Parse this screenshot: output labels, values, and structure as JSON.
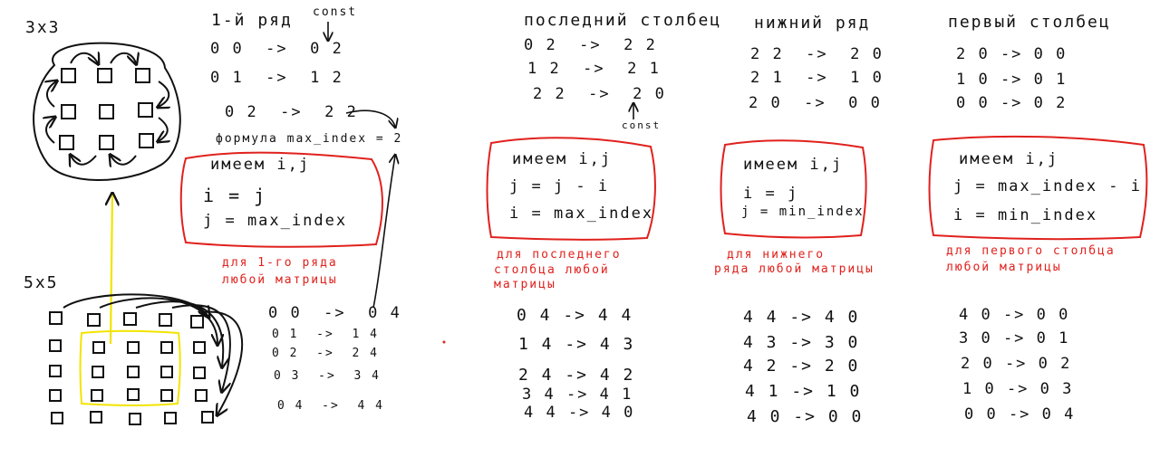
{
  "labels": {
    "grid3": "3x3",
    "grid5": "5x5",
    "col1_title": "1-й ряд",
    "const1": "const",
    "const2": "const",
    "formula": "формула max_index = 2",
    "col2_title": "последний столбец",
    "col3_title": "нижний ряд",
    "col4_title": "первый столбец"
  },
  "row1_3x3": [
    "0 0  ->  0 2",
    "0 1  ->  1 2",
    "0 2  ->  2 2"
  ],
  "lastcol_3x3": [
    "0 2  ->  2 2",
    "1 2  ->  2 1",
    "2 2  ->  2 0"
  ],
  "bottom_3x3": [
    "2 2  ->  2 0",
    "2 1  ->  1 0",
    "2 0  ->  0 0"
  ],
  "firstcol_3x3": [
    "2 0 -> 0 0",
    "1 0 -> 0 1",
    "0 0 -> 0 2"
  ],
  "box1": {
    "have": "имеем i,j",
    "l1": "i = j",
    "l2": "j = max_index",
    "note1": "для 1-го ряда",
    "note2": "любой матрицы"
  },
  "box2": {
    "have": "имеем i,j",
    "l1": "j = j - i",
    "l2": "i = max_index",
    "note1": "для последнего",
    "note2": "столбца любой",
    "note3": "матрицы"
  },
  "box3": {
    "have": "имеем i,j",
    "l1": "i = j",
    "l2": "j = min_index",
    "note1": "для нижнего",
    "note2": "ряда любой матрицы"
  },
  "box4": {
    "have": "имеем i,j",
    "l1": "j = max_index - i",
    "l2": "i = min_index",
    "note1": "для первого столбца",
    "note2": "любой матрицы"
  },
  "row1_5x5": [
    "0 0  ->  0 4",
    "0 1  ->  1 4",
    "0 2  ->  2 4",
    "0 3  ->  3 4",
    "0 4  ->  4 4"
  ],
  "lastcol_5x5": [
    "0 4 -> 4 4",
    "1 4 -> 4 3",
    "2 4 -> 4 2",
    "3 4 -> 4 1",
    "4 4 -> 4 0"
  ],
  "bottom_5x5": [
    "4 4 -> 4 0",
    "4 3 -> 3 0",
    "4 2 -> 2 0",
    "4 1 -> 1 0",
    "4 0 -> 0 0"
  ],
  "firstcol_5x5": [
    "4 0 -> 0 0",
    "3 0 -> 0 1",
    "2 0 -> 0 2",
    "1 0 -> 0 3",
    "0 0 -> 0 4"
  ],
  "colors": {
    "ink": "#111111",
    "red": "#e0211d",
    "yellow": "#f2e400"
  }
}
